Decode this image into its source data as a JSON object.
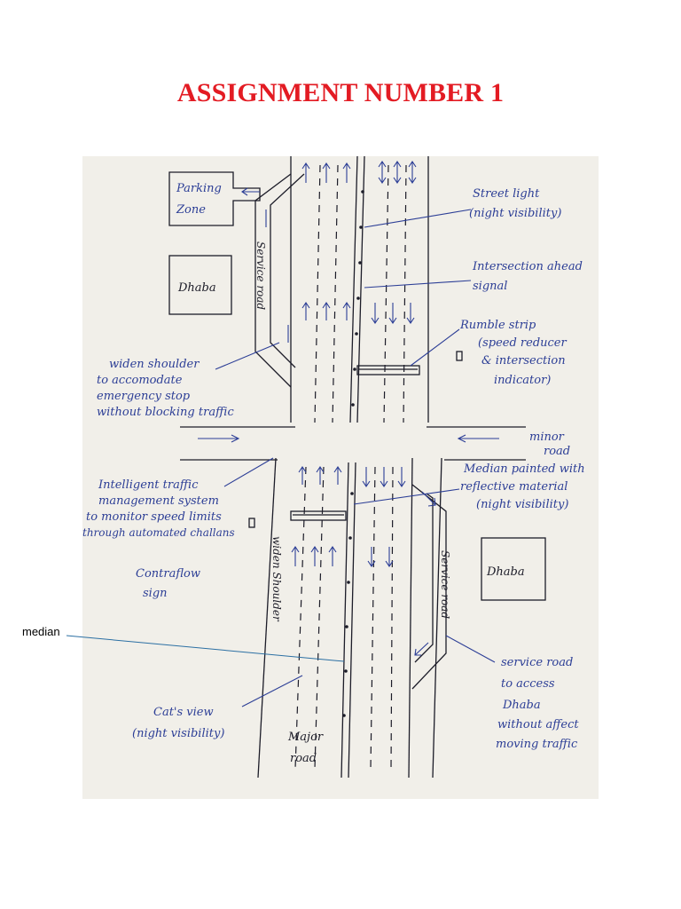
{
  "title": "ASSIGNMENT NUMBER 1",
  "sketch": {
    "labels": {
      "parking_zone_1": "Parking",
      "parking_zone_2": "Zone",
      "dhaba_left": "Dhaba",
      "dhaba_right": "Dhaba",
      "service_road_left": "Service road",
      "service_road_right": "Service road",
      "widen_shoulder_road": "widen Shoulder",
      "street_light_1": "Street light",
      "street_light_2": "(night visibility)",
      "intersection_1": "Intersection ahead",
      "intersection_2": "signal",
      "rumble_1": "Rumble strip",
      "rumble_2": "(speed reducer",
      "rumble_3": "& intersection",
      "rumble_4": "indicator)",
      "widen_1": "widen shoulder",
      "widen_2": "to accomodate",
      "widen_3": "emergency stop",
      "widen_4": "without blocking traffic",
      "minor_1": "minor",
      "minor_2": "road",
      "intel_1": "Intelligent traffic",
      "intel_2": "management system",
      "intel_3": "to monitor speed limits",
      "intel_4": "through automated challans",
      "median_1": "Median painted with",
      "median_2": "reflective material",
      "median_3": "(night visibility)",
      "contra_1": "Contraflow",
      "contra_2": "sign",
      "service_1": "service road",
      "service_2": "to access",
      "service_3": "Dhaba",
      "service_4": "without affect",
      "service_5": "moving traffic",
      "cats_1": "Cat's view",
      "cats_2": "(night visibility)",
      "major_1": "Major",
      "major_2": "road"
    }
  },
  "annotation": {
    "median_label": "median"
  }
}
